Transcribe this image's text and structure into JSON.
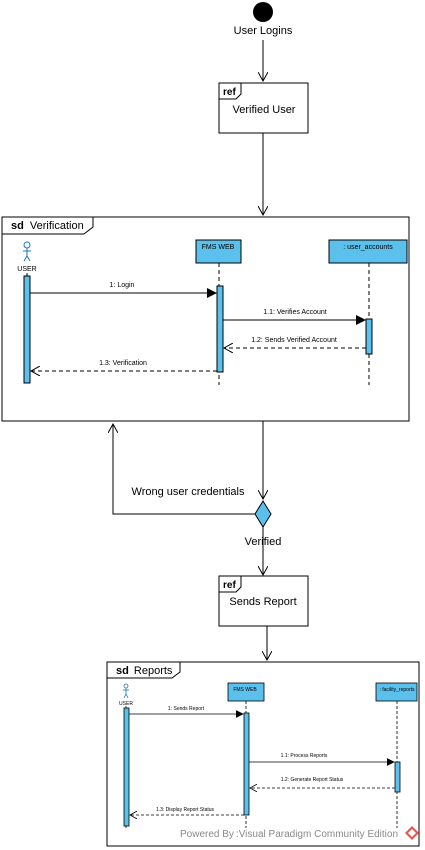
{
  "start_label": "User Logins",
  "ref1": {
    "tag": "ref",
    "label": "Verified User"
  },
  "frame1": {
    "tag": "sd",
    "name": "Verification",
    "actor": "USER",
    "lifeline_web": "FMS WEB",
    "lifeline_db": ": user_accounts",
    "msg1": "1: Login",
    "msg2": "1.1: Verifies Account",
    "msg3": "1.2: Sends Verified Account",
    "msg4": "1.3: Verification"
  },
  "guard_wrong": "Wrong user credentials",
  "guard_ok": "Verified",
  "ref2": {
    "tag": "ref",
    "label": "Sends Report"
  },
  "frame2": {
    "tag": "sd",
    "name": "Reports",
    "actor": "USER",
    "lifeline_web": "FMS WEB",
    "lifeline_db": ": facility_reports",
    "msg1": "1: Sends Report",
    "msg2": "1.1: Process Reports",
    "msg3": "1.2: Generate Report Status",
    "msg4": "1.3: Display Report Status"
  },
  "footer": "Powered By :Visual Paradigm Community Edition",
  "colors": {
    "lifeline_fill": "#5bc0eb",
    "line": "#000000",
    "decision_fill": "#5bc0eb",
    "footer_logo": "#e05a4f"
  }
}
